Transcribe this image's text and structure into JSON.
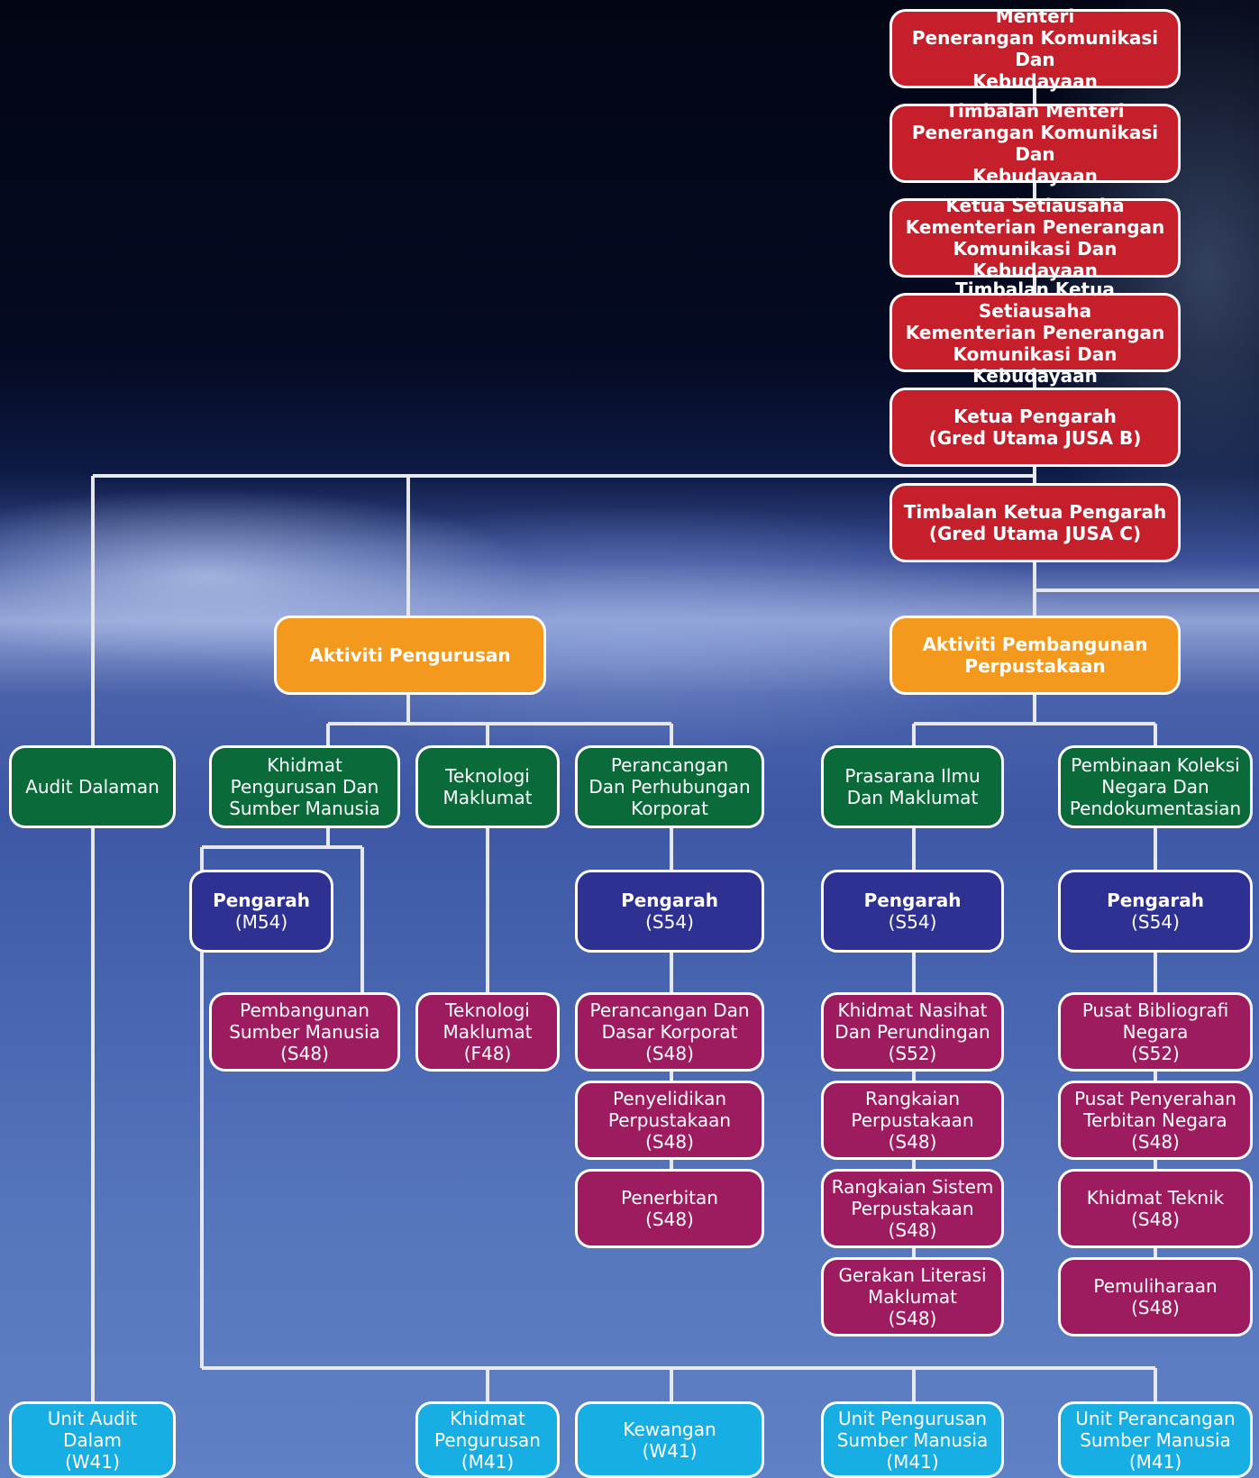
{
  "colors": {
    "leadership": "#c41f2b",
    "activity": "#f39a1e",
    "division": "#0b6a3a",
    "director": "#2e3192",
    "section": "#9c1c5f",
    "unit": "#16aee3",
    "connector": "#e6e8ee"
  },
  "leadership": [
    "Menteri\nPenerangan Komunikasi Dan\nKebudayaan",
    "Timbalan Menteri\nPenerangan Komunikasi Dan\nKebudayaan",
    "Ketua Setiausaha\nKementerian Penerangan\nKomunikasi Dan Kebudayaan",
    "Timbalan Ketua Setiausaha\nKementerian Penerangan\nKomunikasi Dan Kebudayaan",
    "Ketua Pengarah\n(Gred Utama JUSA B)",
    "Timbalan Ketua Pengarah\n(Gred Utama JUSA C)"
  ],
  "activities": {
    "management": "Aktiviti Pengurusan",
    "development": "Aktiviti Pembangunan\nPerpustakaan"
  },
  "divisions": {
    "audit": "Audit Dalaman",
    "hr": "Khidmat\nPengurusan Dan\nSumber Manusia",
    "it": "Teknologi\nMaklumat",
    "planning": "Perancangan\nDan Perhubungan\nKorporat",
    "infra": "Prasarana Ilmu\nDan Maklumat",
    "collection": "Pembinaan Koleksi\nNegara Dan\nPendokumentasian"
  },
  "directors": {
    "hr": {
      "title": "Pengarah",
      "grade": "(M54)"
    },
    "planning": {
      "title": "Pengarah",
      "grade": "(S54)"
    },
    "infra": {
      "title": "Pengarah",
      "grade": "(S54)"
    },
    "collection": {
      "title": "Pengarah",
      "grade": "(S54)"
    }
  },
  "sections": {
    "hr": [
      "Pembangunan\nSumber Manusia\n(S48)"
    ],
    "it": [
      "Teknologi\nMaklumat\n(F48)"
    ],
    "planning": [
      "Perancangan Dan\nDasar Korporat\n(S48)",
      "Penyelidikan\nPerpustakaan\n(S48)",
      "Penerbitan\n(S48)"
    ],
    "infra": [
      "Khidmat Nasihat\nDan Perundingan\n(S52)",
      "Rangkaian\nPerpustakaan\n(S48)",
      "Rangkaian Sistem\nPerpustakaan\n(S48)",
      "Gerakan Literasi\nMaklumat\n(S48)"
    ],
    "collection": [
      "Pusat Bibliografi\nNegara\n(S52)",
      "Pusat Penyerahan\nTerbitan Negara\n(S48)",
      "Khidmat Teknik\n(S48)",
      "Pemuliharaan\n(S48)"
    ]
  },
  "units": [
    "Unit Audit Dalam\n(W41)",
    "Khidmat\nPengurusan\n(M41)",
    "Kewangan\n(W41)",
    "Unit Pengurusan\nSumber Manusia\n(M41)",
    "Unit Perancangan\nSumber Manusia\n(M41)"
  ]
}
